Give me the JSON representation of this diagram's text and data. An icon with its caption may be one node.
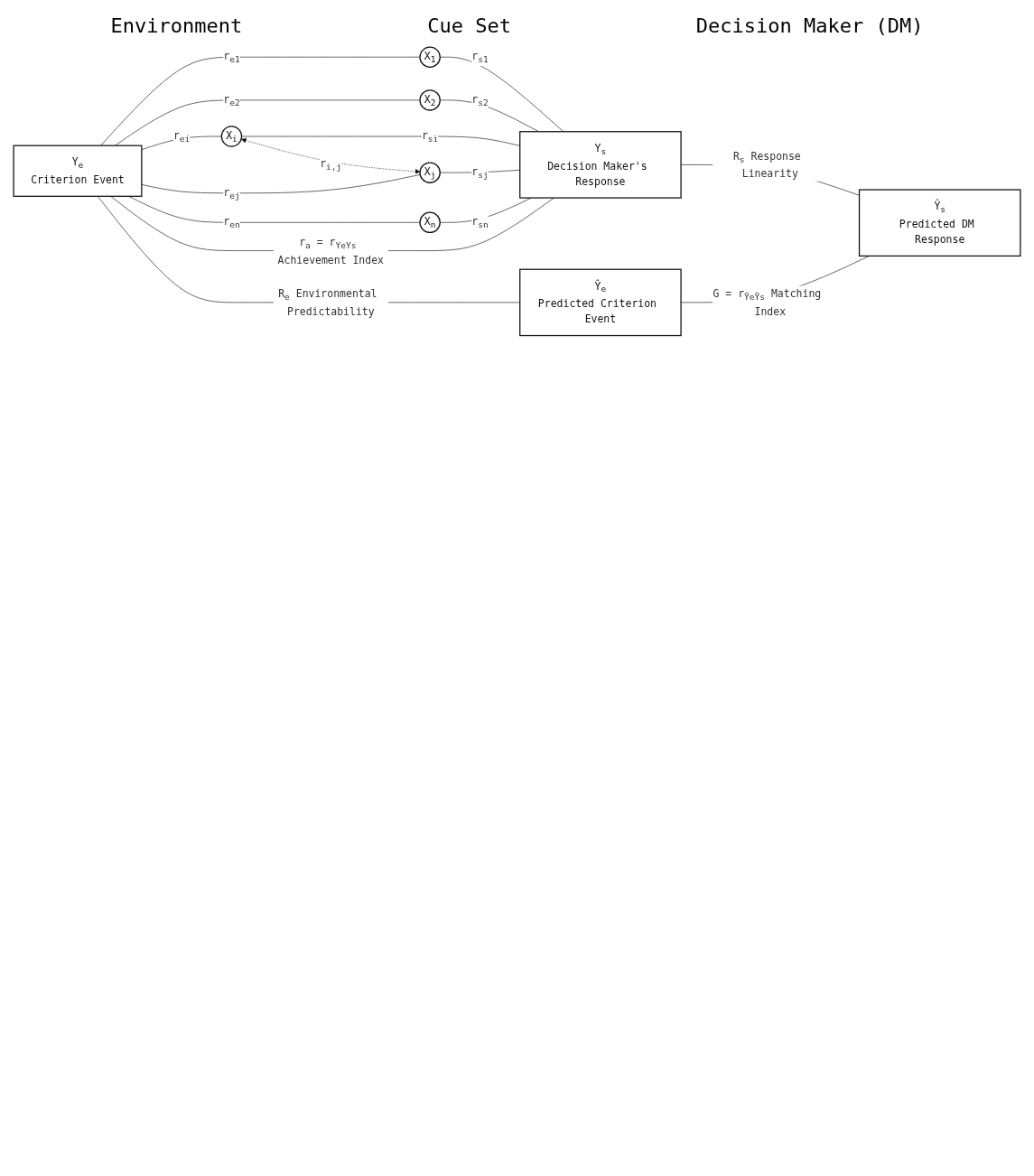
{
  "diagram": {
    "nodes": [
      {
        "text": [
          "X$_{1}$"
        ]
      },
      {
        "text": [
          "X$_{2}$"
        ]
      },
      {
        "text": [
          "Y$_{e}$",
          "Criterion Event"
        ]
      },
      {
        "text": [
          "X$_{i}$"
        ]
      },
      {
        "text": [
          "Y$_{s}$",
          "Decision Maker's Response"
        ]
      },
      {
        "text": [
          "X$_{j}$"
        ]
      },
      {
        "text": [
          "X$_{n}$"
        ]
      },
      {
        "text": [
          "Ŷ$_{e}$",
          "Predicted Criterion Event"
        ]
      },
      {
        "text": [
          "Ŷ$_{s}$",
          "Predicted DM Response"
        ]
      }
    ],
    "edges": [
      {
        "from": 2,
        "to": 0,
        "arrow": "none",
        "label": "r$_{e1}$"
      },
      {
        "from": 2,
        "to": 1,
        "arrow": "none",
        "label": "r$_{e2}$"
      },
      {
        "from": 2,
        "to": 3,
        "arrow": "none",
        "label": "r$_{ei}$"
      },
      {
        "from": 2,
        "to": 5,
        "arrow": "none",
        "label": "r$_{ej}$"
      },
      {
        "from": 2,
        "to": 6,
        "arrow": "none",
        "label": "r$_{en}$"
      },
      {
        "from": 0,
        "to": 4,
        "arrow": "none",
        "label": "r$_{s1}$"
      },
      {
        "from": 1,
        "to": 4,
        "arrow": "none",
        "label": "r$_{s2}$"
      },
      {
        "from": 3,
        "to": 4,
        "arrow": "none",
        "label": "r$_{si}$"
      },
      {
        "from": 5,
        "to": 4,
        "arrow": "none",
        "label": "r$_{sj}$"
      },
      {
        "from": 6,
        "to": 4,
        "arrow": "none",
        "label": "r$_{sn}$"
      },
      {
        "from": 3,
        "to": 5,
        "arrow": "both",
        "label": "r$_{i,j}$",
        "style": "dashed"
      },
      {
        "from": 2,
        "to": 4,
        "arrow": "none",
        "label": "r$_{a}$ = r$_{YeYs}$ Achievement Index"
      },
      {
        "from": 2,
        "to": 7,
        "arrow": "none",
        "label": "R$_{e}$ Environmental Predictability"
      },
      {
        "from": 4,
        "to": 8,
        "arrow": "none",
        "label": "R$_{s}$ Response Linearity"
      },
      {
        "from": 7,
        "to": 8,
        "arrow": "none",
        "label": "G = r$_{ŶeŶs}$ Matching Index"
      }
    ],
    "labels": [
      "Environment",
      "Cue Set",
      "Decision Maker (DM)"
    ]
  }
}
